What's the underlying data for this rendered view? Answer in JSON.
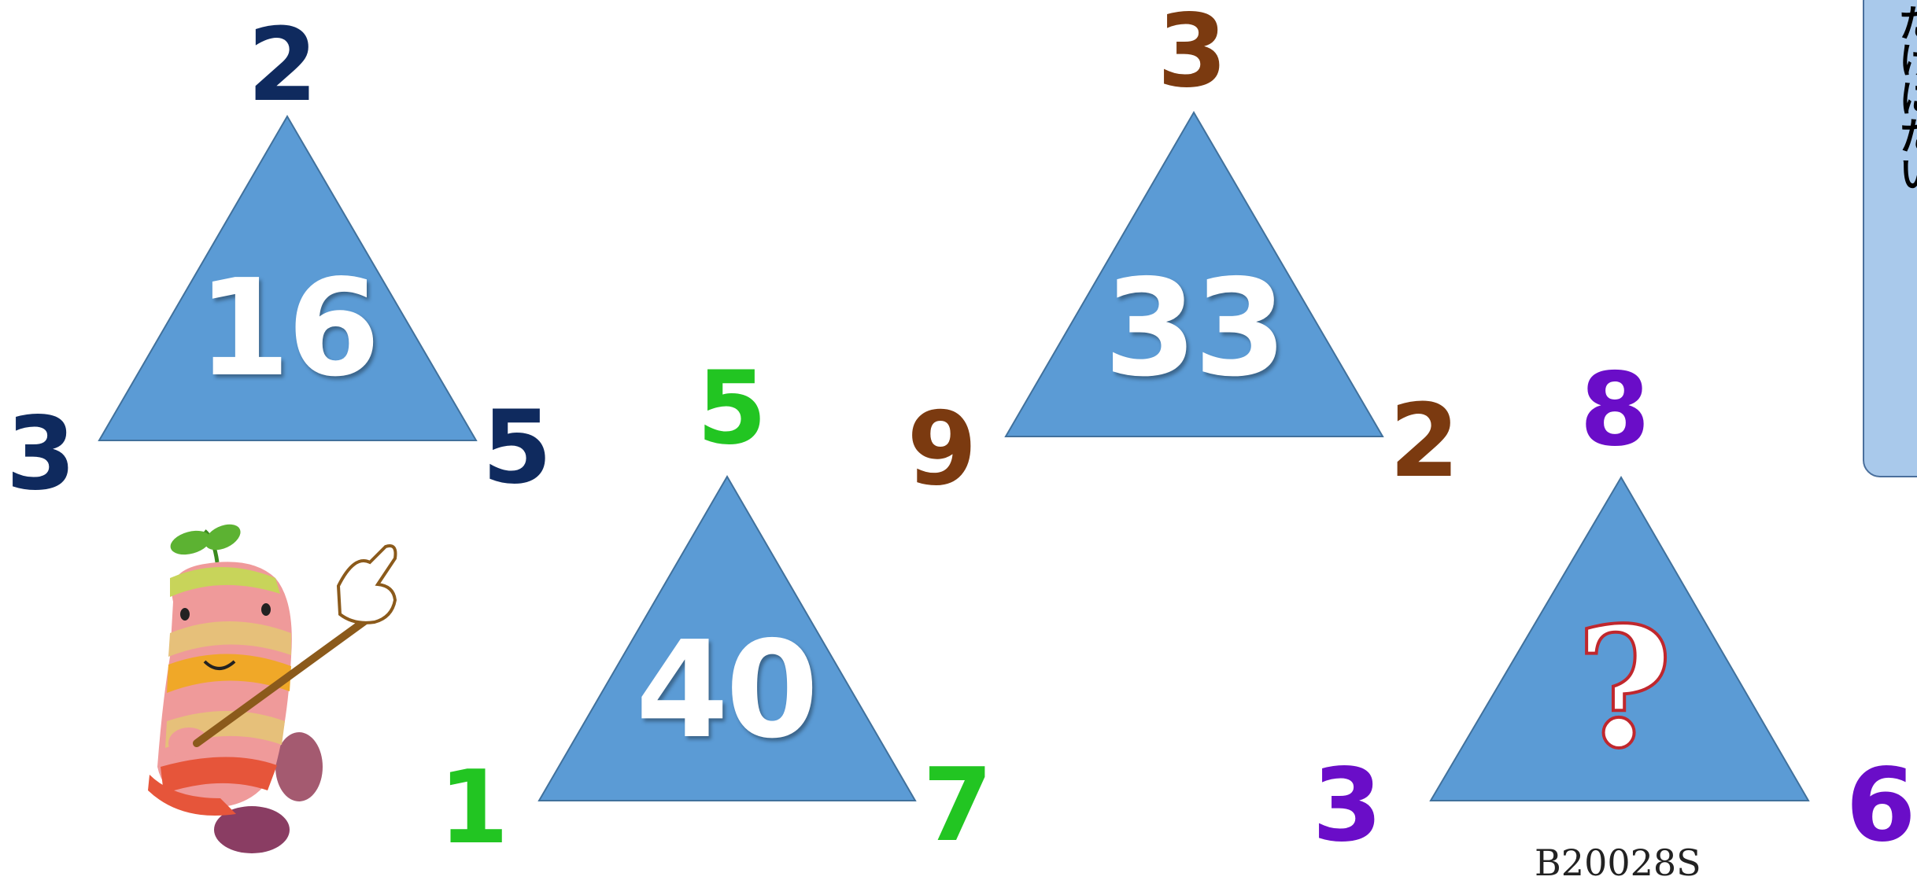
{
  "colors": {
    "triangle_fill": "#5b9bd5",
    "triangle_stroke": "#41719c",
    "navy": "#0f2a5e",
    "brown": "#7b3a10",
    "green": "#22c522",
    "purple": "#6a0dc8",
    "question_outline": "#c0272d",
    "panel_fill": "#a9c9eb"
  },
  "triangles": [
    {
      "top": "2",
      "left": "3",
      "right": "5",
      "center": "16",
      "color_key": "navy"
    },
    {
      "top": "5",
      "left": "1",
      "right": "7",
      "center": "40",
      "color_key": "green"
    },
    {
      "top": "3",
      "left": "9",
      "right": "2",
      "center": "33",
      "color_key": "brown"
    },
    {
      "top": "8",
      "left": "3",
      "right": "6",
      "center": "?",
      "color_key": "purple"
    }
  ],
  "side_panel": {
    "text": "だけにたい！"
  },
  "footer_code": "B20028S",
  "mascot": {
    "icon": "pointing-mascot-icon"
  }
}
